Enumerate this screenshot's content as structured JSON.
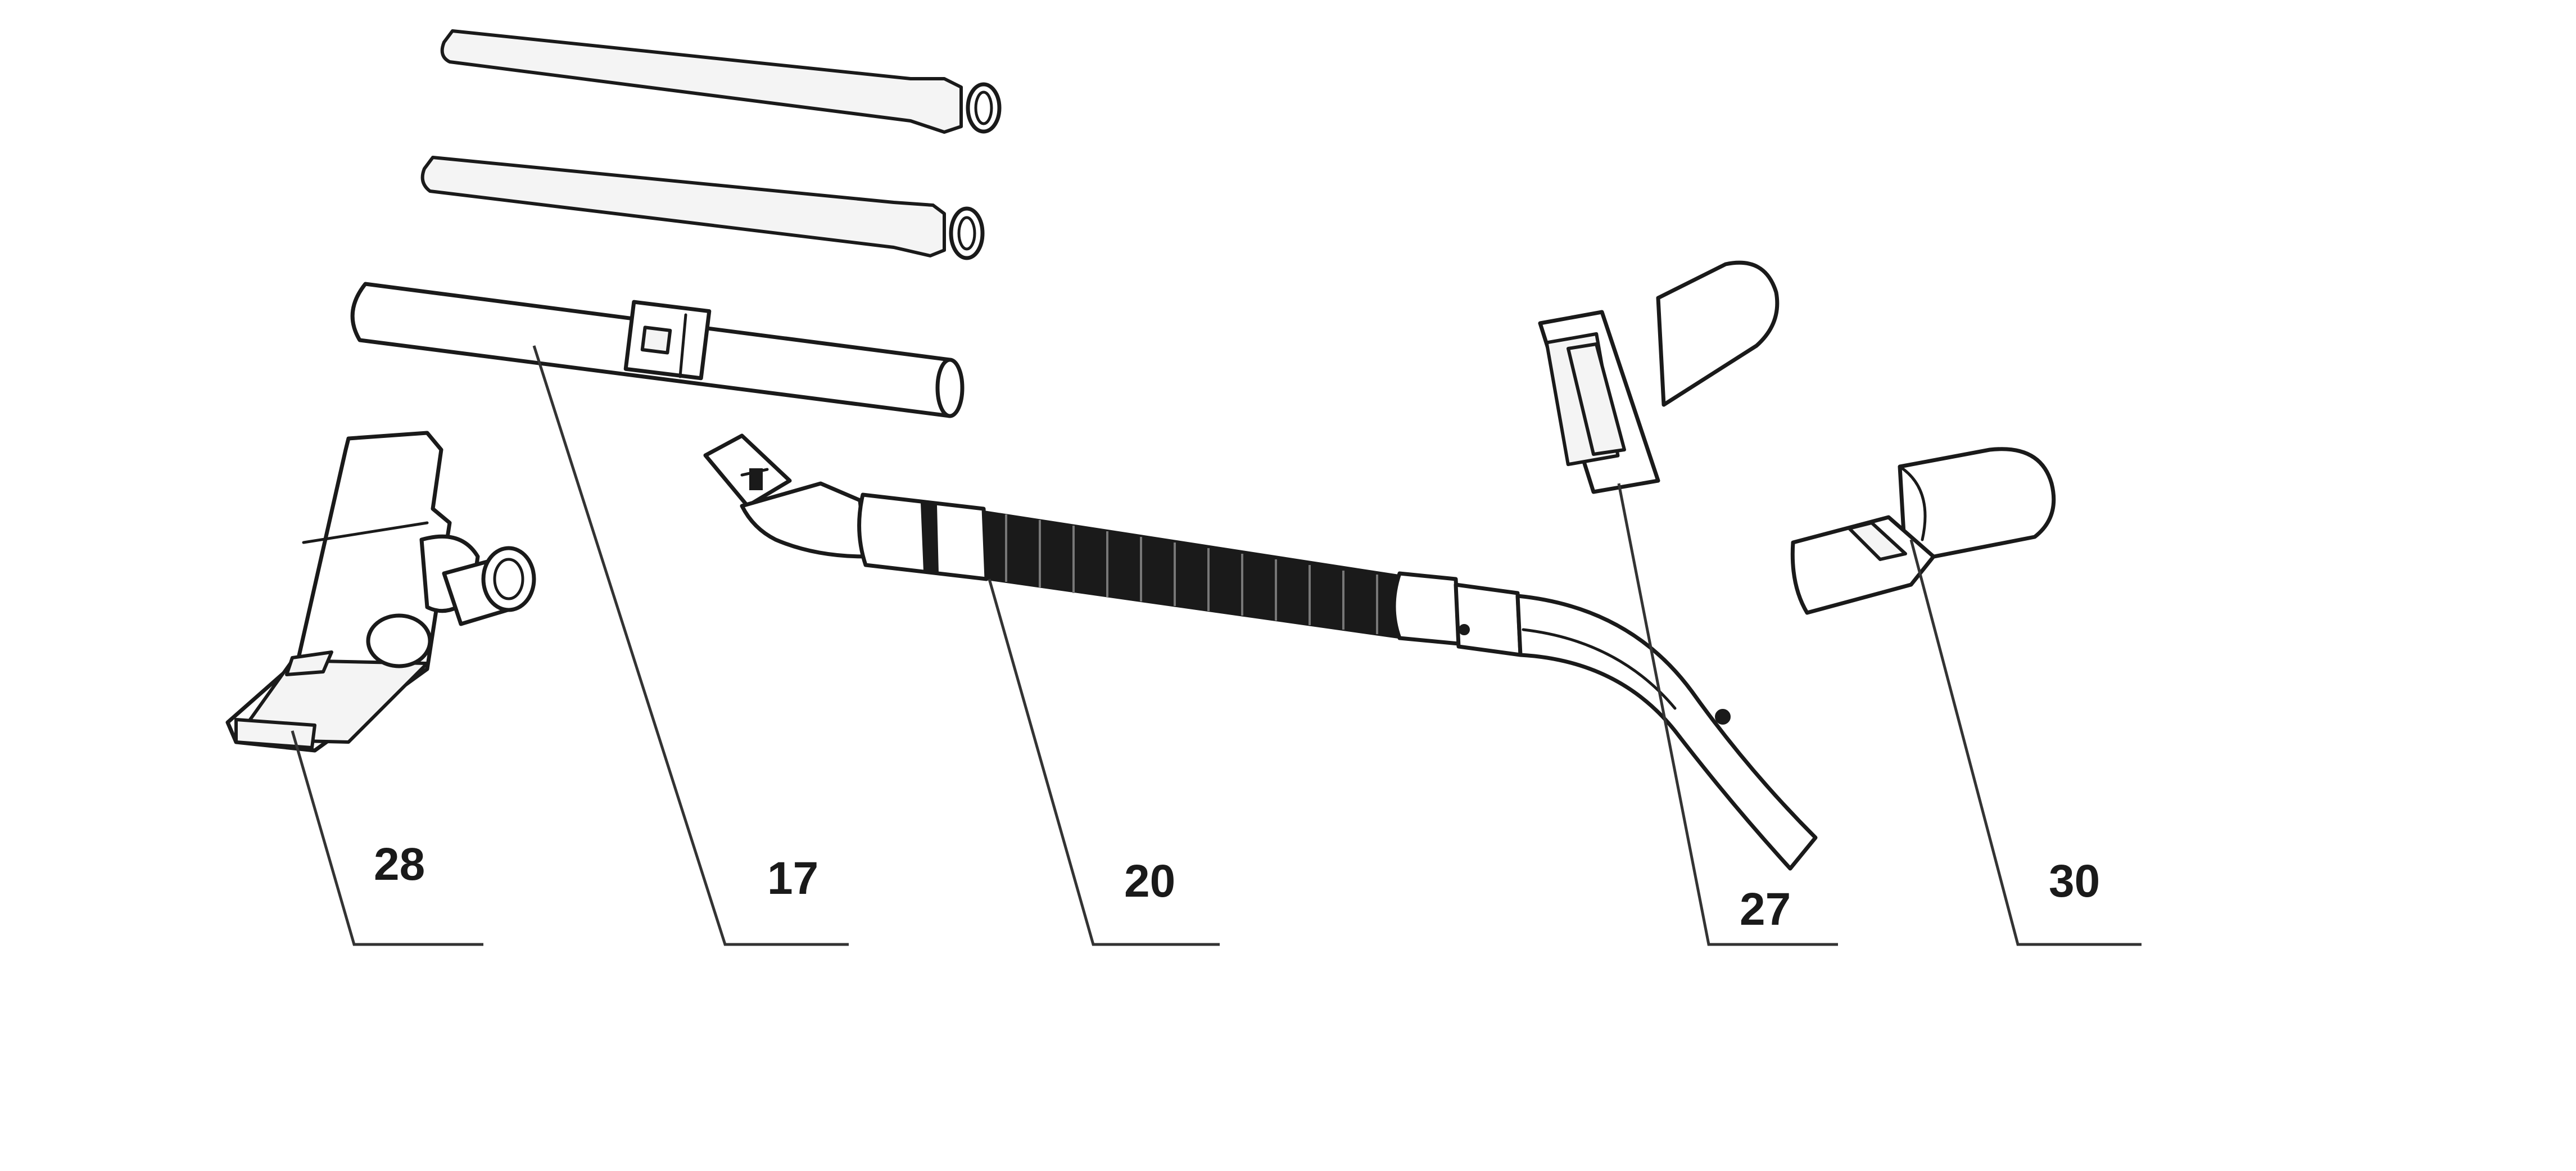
{
  "diagram": {
    "callouts": [
      {
        "id": "nozzle",
        "label": "28"
      },
      {
        "id": "tube",
        "label": "17"
      },
      {
        "id": "hose",
        "label": "20"
      },
      {
        "id": "brush-tool",
        "label": "27"
      },
      {
        "id": "crevice-tool",
        "label": "30"
      }
    ]
  },
  "colors": {
    "line": "#1a1a1a",
    "leader": "#333333",
    "background": "#ffffff"
  }
}
